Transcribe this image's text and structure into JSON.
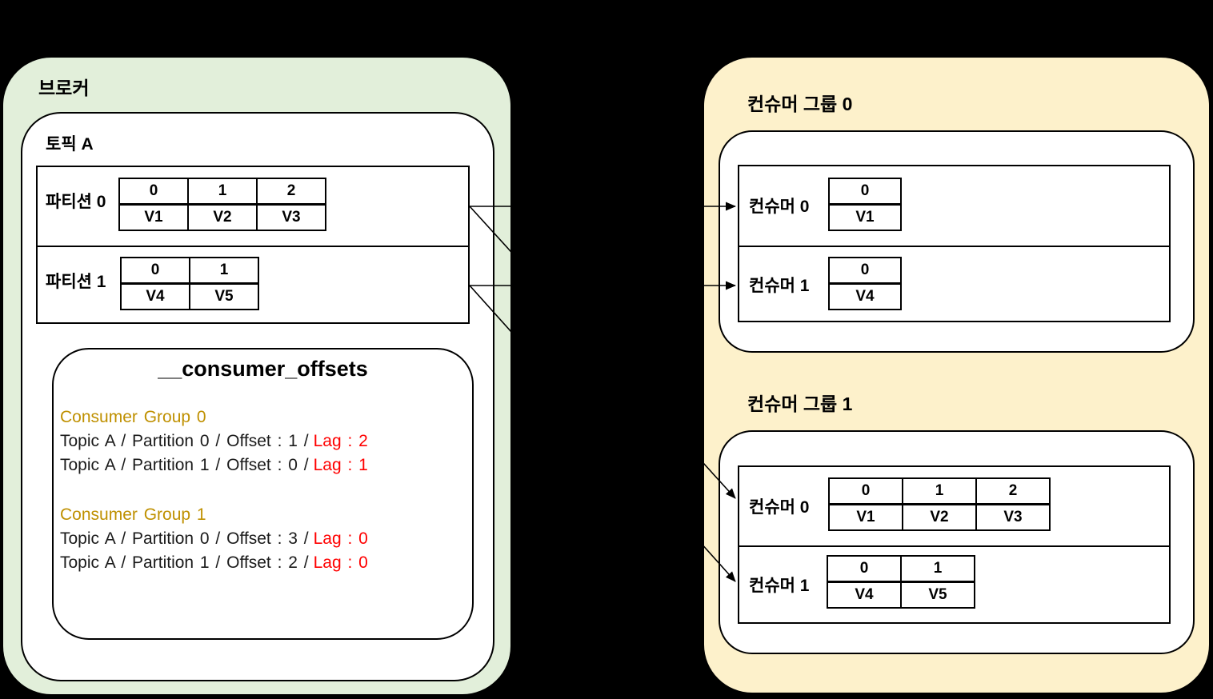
{
  "colors": {
    "broker_bg": "#E2EFDA",
    "consumer_bg": "#FDF1CB",
    "group_label": "#BF9000",
    "lag": "#FF0000",
    "line": "#000000",
    "canvas_bg": "#000000"
  },
  "broker": {
    "label": "브로커",
    "topic": {
      "label": "토픽 A",
      "partitions": [
        {
          "label": "파티션 0",
          "offsets": [
            "0",
            "1",
            "2"
          ],
          "values": [
            "V1",
            "V2",
            "V3"
          ]
        },
        {
          "label": "파티션 1",
          "offsets": [
            "0",
            "1"
          ],
          "values": [
            "V4",
            "V5"
          ]
        }
      ],
      "consumer_offsets": {
        "title": "__consumer_offsets",
        "groups": [
          {
            "name": "Consumer Group 0",
            "entries": [
              {
                "text": "Topic A / Partition 0 / Offset : 1 /",
                "lag": "Lag : 2"
              },
              {
                "text": "Topic A / Partition 1 / Offset : 0 /",
                "lag": "Lag : 1"
              }
            ]
          },
          {
            "name": "Consumer Group 1",
            "entries": [
              {
                "text": "Topic A / Partition 0 / Offset : 3 /",
                "lag": "Lag : 0"
              },
              {
                "text": "Topic A / Partition 1 / Offset : 2 /",
                "lag": "Lag : 0"
              }
            ]
          }
        ]
      }
    }
  },
  "consumer_groups": [
    {
      "label": "컨슈머 그룹 0",
      "consumers": [
        {
          "label": "컨슈머 0",
          "offsets": [
            "0"
          ],
          "values": [
            "V1"
          ]
        },
        {
          "label": "컨슈머 1",
          "offsets": [
            "0"
          ],
          "values": [
            "V4"
          ]
        }
      ]
    },
    {
      "label": "컨슈머 그룹 1",
      "consumers": [
        {
          "label": "컨슈머 0",
          "offsets": [
            "0",
            "1",
            "2"
          ],
          "values": [
            "V1",
            "V2",
            "V3"
          ]
        },
        {
          "label": "컨슈머 1",
          "offsets": [
            "0",
            "1"
          ],
          "values": [
            "V4",
            "V5"
          ]
        }
      ]
    }
  ]
}
